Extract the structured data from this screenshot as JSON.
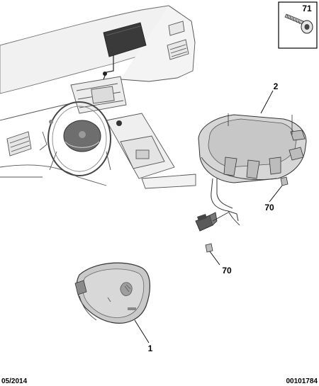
{
  "callouts": {
    "steering_airbag": "1",
    "passenger_airbag": "2",
    "screw_upper": "70",
    "screw_lower": "70",
    "screw_box": "71"
  },
  "footer": {
    "date": "05/2014",
    "reference": "00101784"
  },
  "icons": {
    "dashboard": "dashboard-overview-illustration",
    "steering_airbag": "steering-wheel-airbag-module",
    "passenger_airbag": "passenger-airbag-module",
    "screw": "screw-fastener"
  }
}
